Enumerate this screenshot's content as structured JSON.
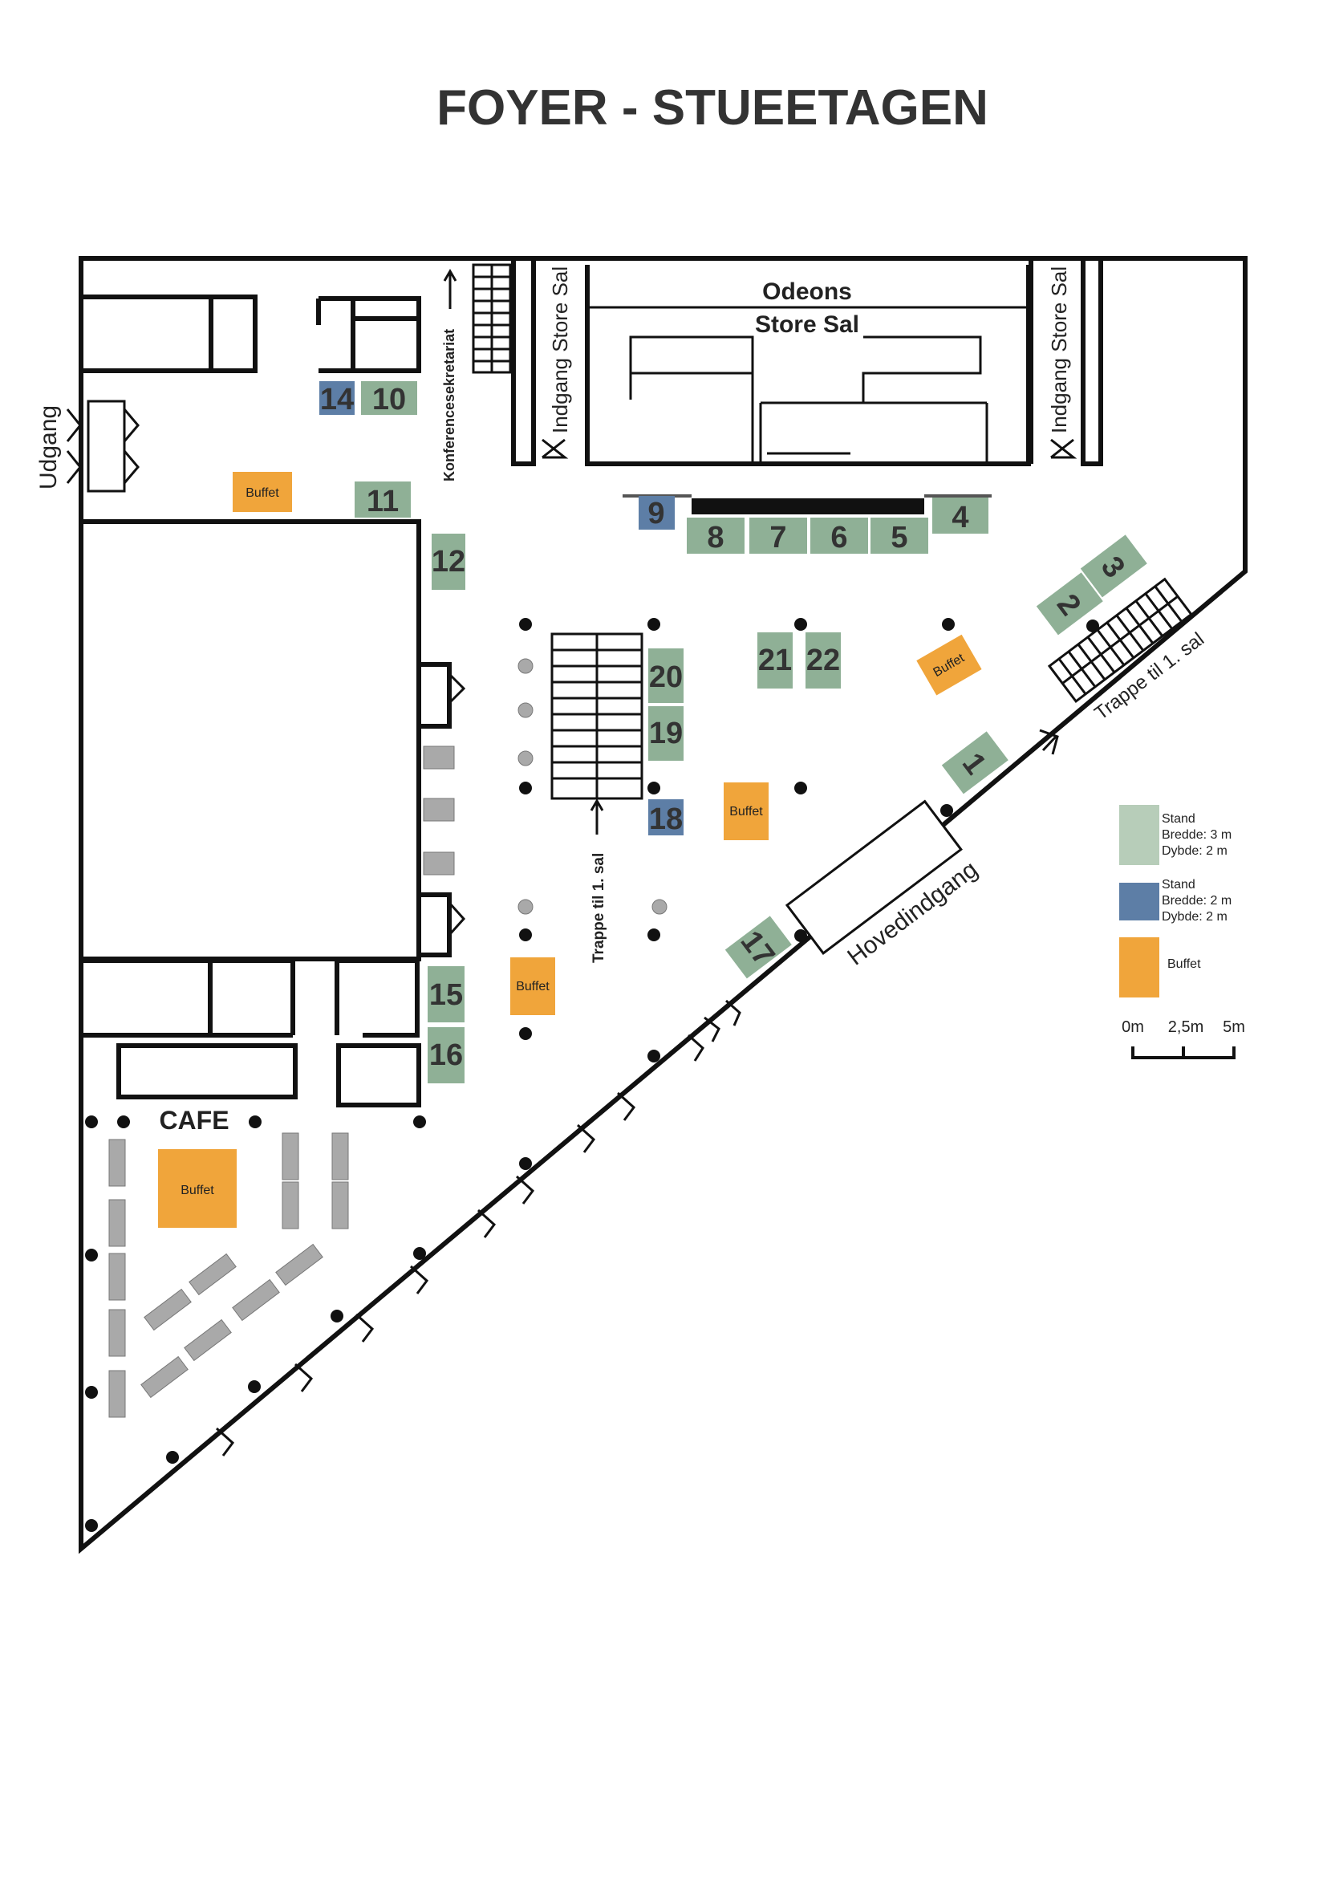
{
  "title": "FOYER - STUEETAGEN",
  "colors": {
    "stand_large": "#8fb096",
    "stand_small": "#5d7ea6",
    "buffet": "#f0a53b",
    "wall": "#111111",
    "legend_large": "#b7cdb9"
  },
  "labels": {
    "odeons_line1": "Odeons",
    "odeons_line2": "Store Sal",
    "indgang_left": "Indgang Store Sal",
    "indgang_right": "Indgang Store Sal",
    "udgang": "Udgang",
    "konference": "Konferencesekretariat",
    "trappe_center": "Trappe til 1. sal",
    "trappe_right": "Trappe til 1. sal",
    "hovedindgang": "Hovedindgang",
    "cafe": "CAFE"
  },
  "stands": [
    {
      "id": "14",
      "type": "small"
    },
    {
      "id": "10",
      "type": "large"
    },
    {
      "id": "11",
      "type": "large"
    },
    {
      "id": "12",
      "type": "large"
    },
    {
      "id": "9",
      "type": "small"
    },
    {
      "id": "8",
      "type": "large"
    },
    {
      "id": "7",
      "type": "large"
    },
    {
      "id": "6",
      "type": "large"
    },
    {
      "id": "5",
      "type": "large"
    },
    {
      "id": "4",
      "type": "large"
    },
    {
      "id": "3",
      "type": "large"
    },
    {
      "id": "2",
      "type": "large"
    },
    {
      "id": "21",
      "type": "large"
    },
    {
      "id": "22",
      "type": "large"
    },
    {
      "id": "20",
      "type": "large"
    },
    {
      "id": "19",
      "type": "large"
    },
    {
      "id": "18",
      "type": "small"
    },
    {
      "id": "1",
      "type": "large"
    },
    {
      "id": "17",
      "type": "large"
    },
    {
      "id": "15",
      "type": "large"
    },
    {
      "id": "16",
      "type": "large"
    }
  ],
  "buffets": [
    "Buffet",
    "Buffet",
    "Buffet",
    "Buffet",
    "Buffet"
  ],
  "legend": {
    "large_title": "Stand",
    "large_width": "Bredde: 3 m",
    "large_depth": "Dybde:  2 m",
    "small_title": "Stand",
    "small_width": "Bredde: 2 m",
    "small_depth": "Dybde:  2 m",
    "buffet": "Buffet"
  },
  "scale": {
    "ticks": [
      "0m",
      "2,5m",
      "5m"
    ]
  }
}
